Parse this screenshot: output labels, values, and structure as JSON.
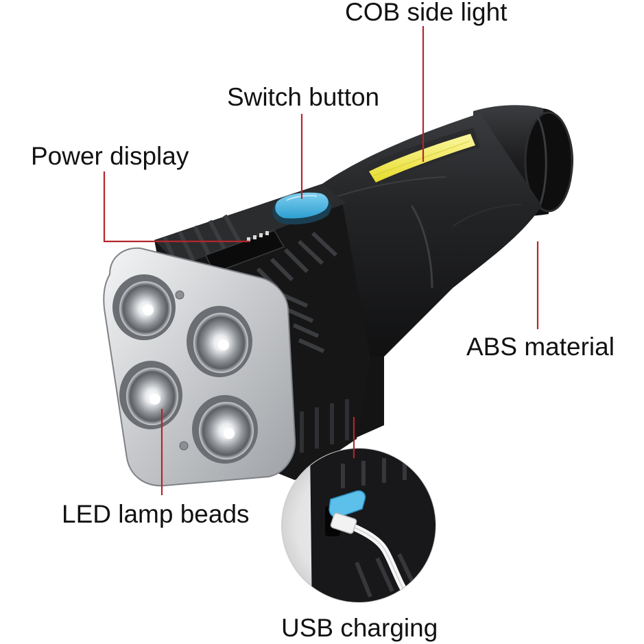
{
  "labels": {
    "cob_side_light": "COB side light",
    "switch_button": "Switch button",
    "power_display": "Power display",
    "abs_material": "ABS material",
    "led_lamp_beads": "LED lamp beads",
    "usb_charging": "USB charging"
  },
  "colors": {
    "leader_line": "#b3262b",
    "cob_strip": "#f4ee4a",
    "switch_button": "#4ab8e4",
    "usb_connector": "#5cc0ea",
    "body_plastic": "#1c1c1e",
    "head_bezel": "#c9cbce"
  }
}
